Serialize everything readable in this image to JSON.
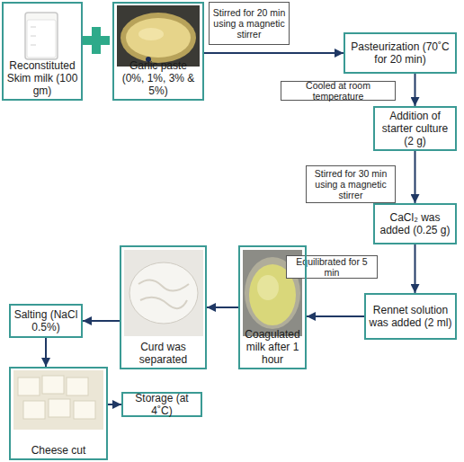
{
  "diagram": {
    "nodes": [
      {
        "text": [
          "Reconstituted Skim milk (100 gm)"
        ]
      },
      {
        "text": [
          "Garlic paste (0%, 1%, 3% & 5%)"
        ]
      },
      {
        "text": [
          "Stirred for 20 min using a magnetic stirrer"
        ]
      },
      {
        "text": [
          "Pasteurization (70˚C for 20 min)"
        ]
      },
      {
        "text": [
          "Cooled at room temperature"
        ]
      },
      {
        "text": [
          "Addition of starter culture (2 g)"
        ]
      },
      {
        "text": [
          "Stirred for 30 min using a magnetic stirrer"
        ]
      },
      {
        "text": [
          "CaCl₂ was added (0.25 g)"
        ]
      },
      {
        "text": [
          "Equilibrated for 5 min"
        ]
      },
      {
        "text": [
          "Rennet solution was added (2 ml)"
        ]
      },
      {
        "text": [
          "Coagulated milk after 1 hour"
        ]
      },
      {
        "text": [
          "Curd was separated"
        ]
      },
      {
        "text": [
          "Salting (NaCl 0.5%)"
        ]
      },
      {
        "text": [
          "Cheese cut"
        ]
      },
      {
        "text": [
          "Storage (at 4˚C)"
        ]
      }
    ],
    "edges": [
      {
        "from": 1,
        "to": 3,
        "arrow": "to"
      },
      {
        "from": 3,
        "to": 5,
        "arrow": "to"
      },
      {
        "from": 5,
        "to": 7,
        "arrow": "to"
      },
      {
        "from": 7,
        "to": 9,
        "arrow": "to"
      },
      {
        "from": 9,
        "to": 10,
        "arrow": "to"
      },
      {
        "from": 10,
        "to": 11,
        "arrow": "to"
      },
      {
        "from": 11,
        "to": 12,
        "arrow": "to"
      },
      {
        "from": 12,
        "to": 13,
        "arrow": "to"
      },
      {
        "from": 13,
        "to": 14,
        "arrow": "to"
      }
    ]
  }
}
